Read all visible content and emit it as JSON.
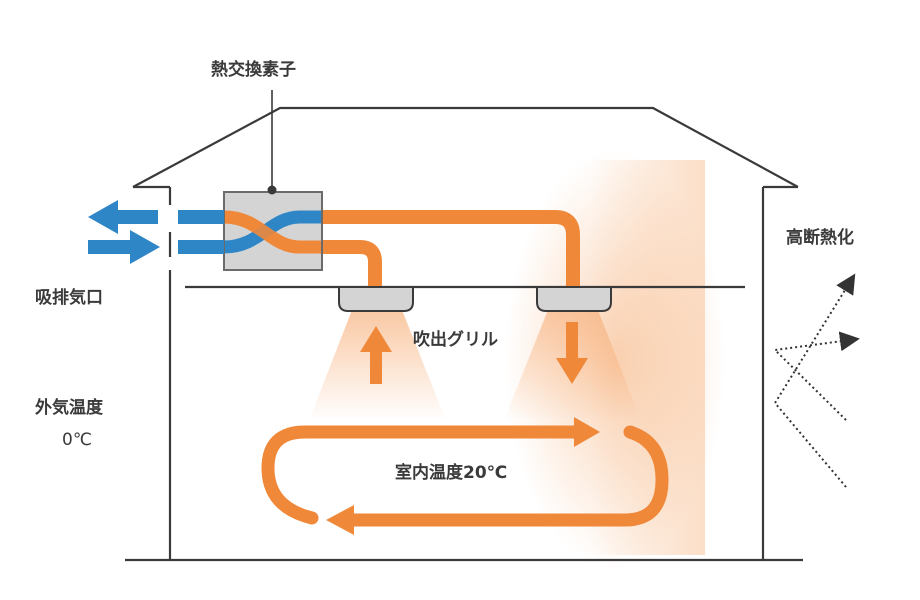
{
  "labels": {
    "heat_exchanger": "熱交換素子",
    "vent_opening": "吸排気口",
    "outdoor_temp_label": "外気温度",
    "outdoor_temp_value": "0℃",
    "grille": "吹出グリル",
    "indoor_temp": "室内温度20℃",
    "insulation": "高断熱化"
  },
  "colors": {
    "outline": "#3a3a3a",
    "warm_air": "#f0883a",
    "warm_glow": "#f6b07a",
    "cold_air": "#2f86c6",
    "unit_fill": "#d4d4d4",
    "unit_stroke": "#6b6b6b",
    "text": "#3a3a3a"
  },
  "icons": [
    "arrow-left-icon",
    "arrow-right-icon",
    "arrow-up-icon",
    "arrow-down-icon",
    "dotted-arrow-icon"
  ]
}
